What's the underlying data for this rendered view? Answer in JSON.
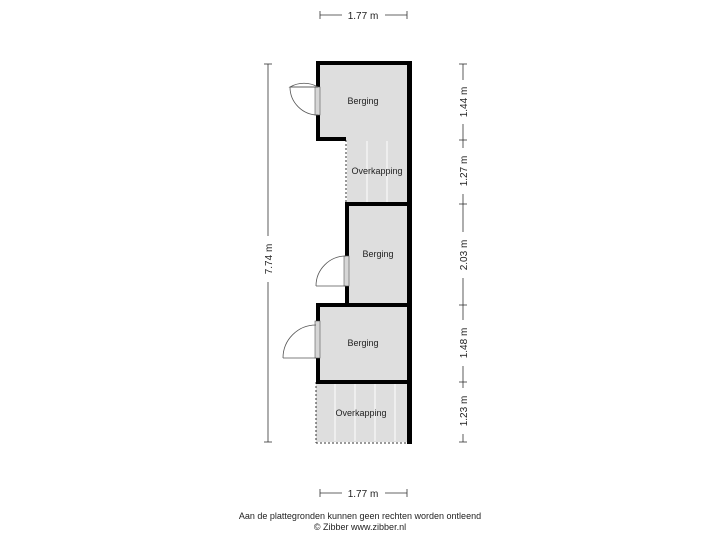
{
  "floorplan": {
    "rooms": [
      {
        "name": "berging-top",
        "label": "Berging"
      },
      {
        "name": "overkapping-top",
        "label": "Overkapping"
      },
      {
        "name": "berging-middle",
        "label": "Berging"
      },
      {
        "name": "berging-bottom",
        "label": "Berging"
      },
      {
        "name": "overkapping-bottom",
        "label": "Overkapping"
      }
    ],
    "dimensions": {
      "width_top": "1.77 m",
      "width_bottom": "1.77 m",
      "total_height": "7.74 m",
      "segments": [
        "1.44 m",
        "1.27 m",
        "2.03 m",
        "1.48 m",
        "1.23 m"
      ]
    }
  },
  "footer": {
    "disclaimer": "Aan de plattegronden kunnen geen rechten worden ontleend",
    "copyright": "© Zibber www.zibber.nl"
  }
}
